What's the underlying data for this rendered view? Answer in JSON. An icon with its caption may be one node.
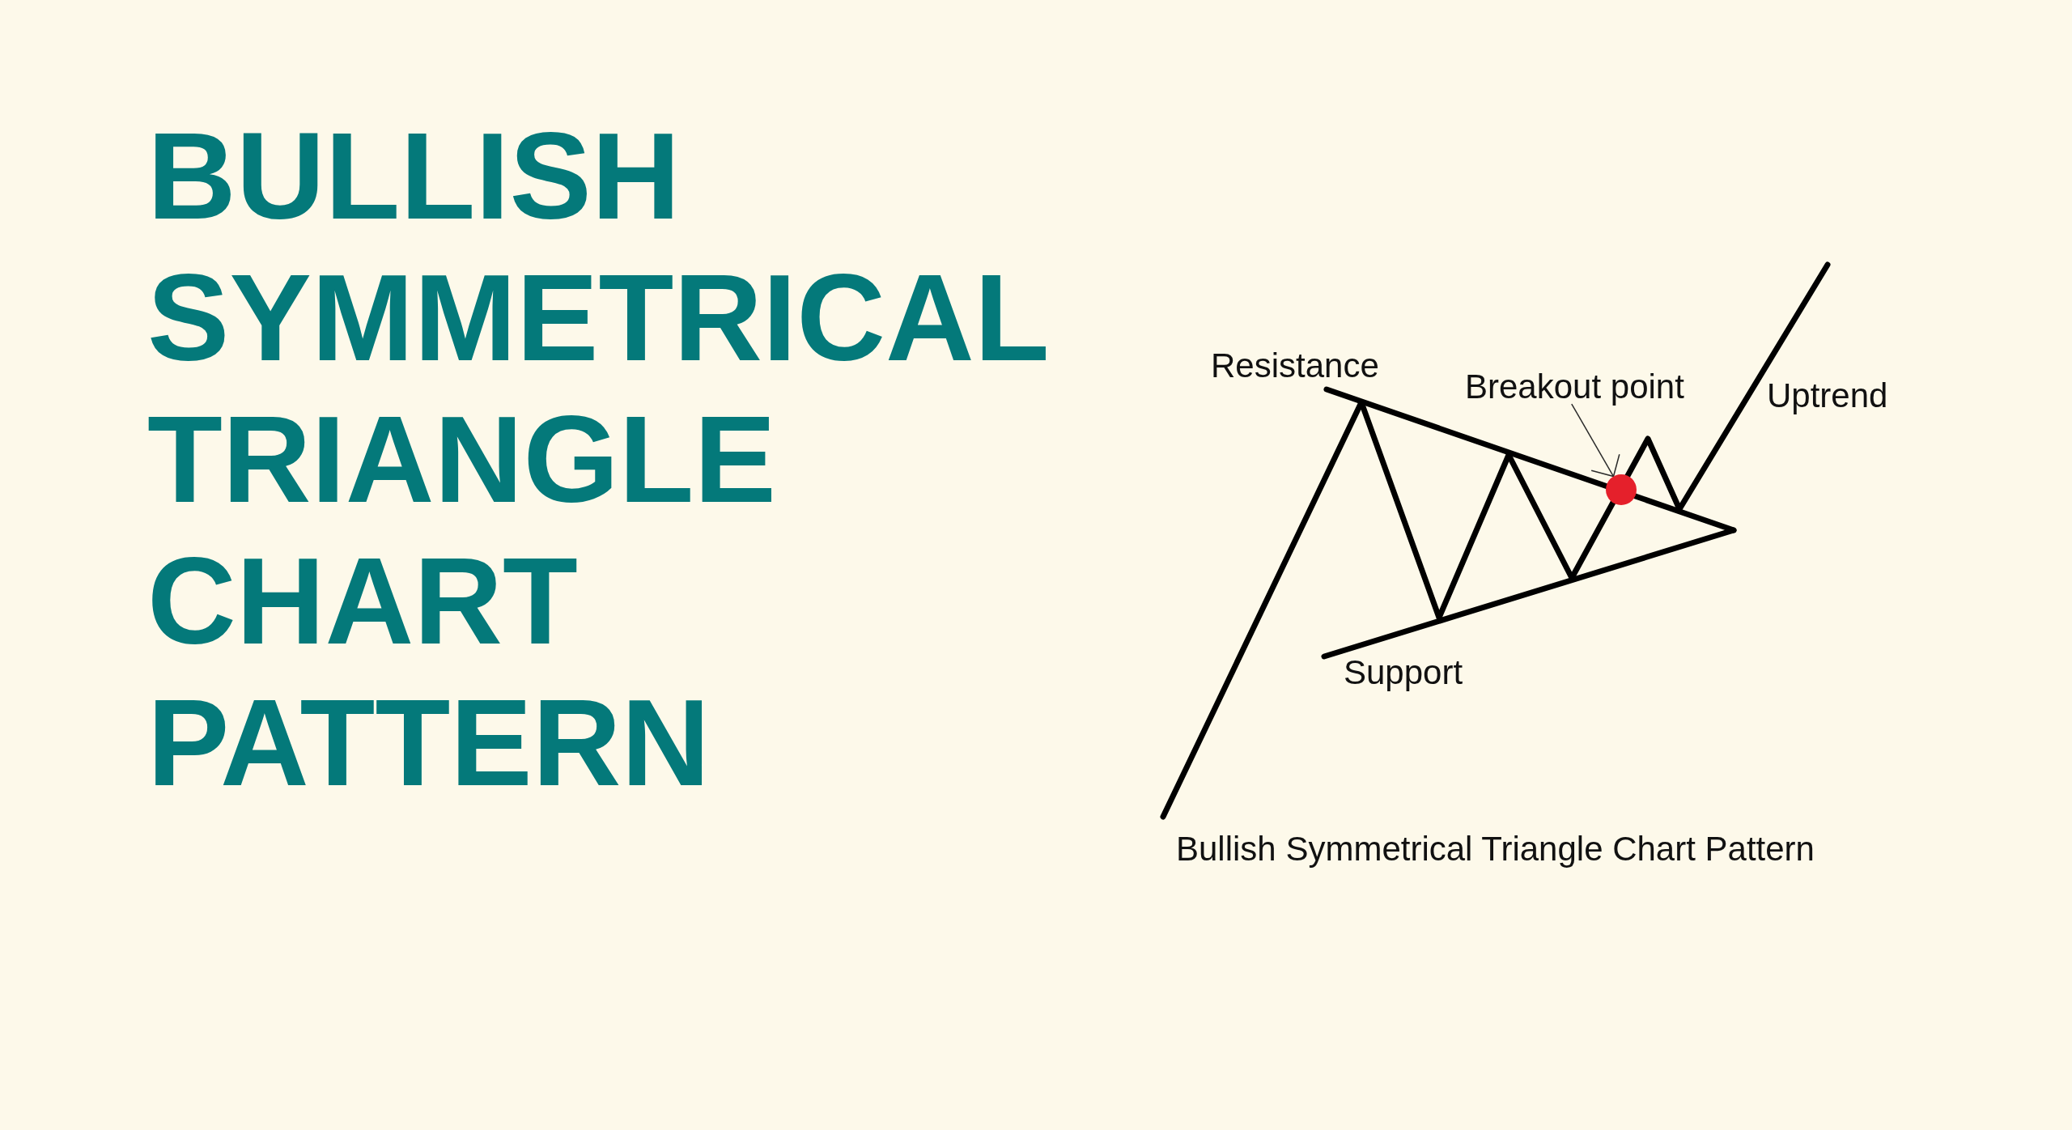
{
  "diagram": {
    "title": "BULLISH SYMMETRICAL TRIANGLE CHART PATTERN",
    "caption": "Bullish Symmetrical Triangle Chart Pattern",
    "nodes": [
      {
        "text": [
          "Breakout point"
        ]
      },
      {
        "text": [],
        "shape": "circle"
      }
    ],
    "edges": [
      {
        "from": 0,
        "to": 1,
        "arrow": "to"
      }
    ],
    "labels": [
      "Resistance",
      "Uptrend",
      "Support"
    ]
  }
}
